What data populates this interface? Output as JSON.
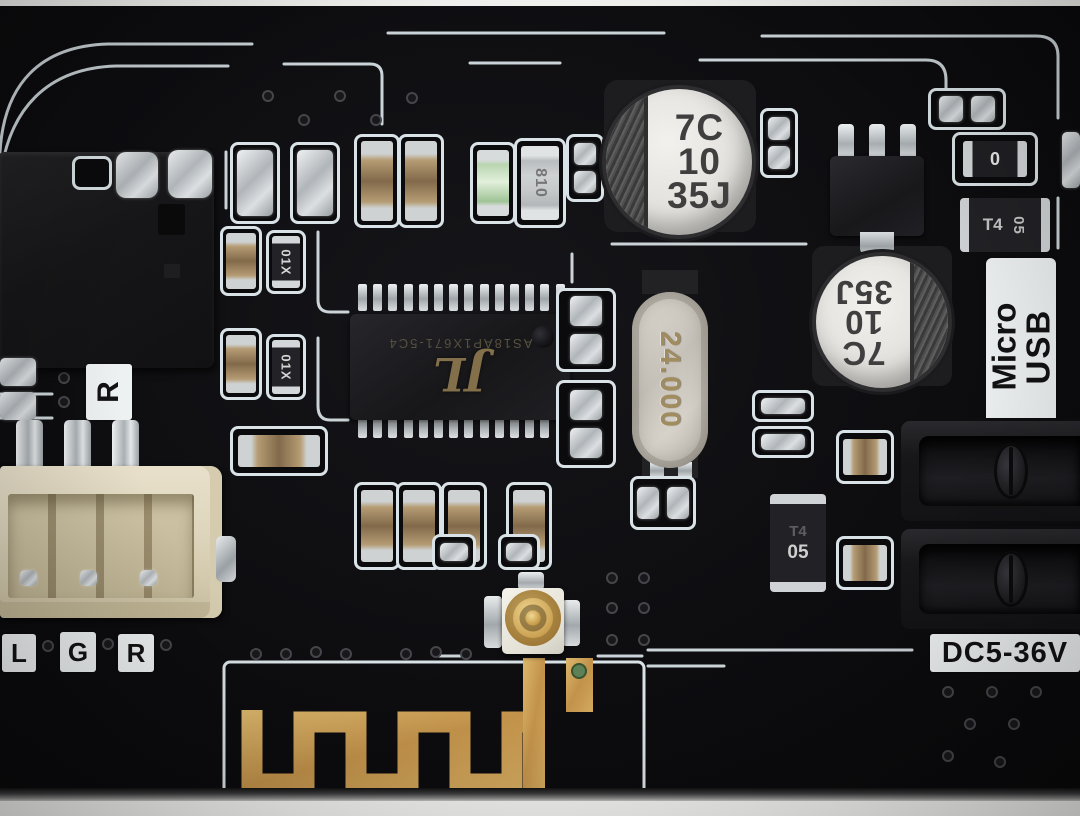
{
  "photo": {
    "subject": "Bluetooth audio receiver amplifier PCB module, top-view macro photo"
  },
  "silkscreen": {
    "micro_usb": {
      "line1": "Micro",
      "line2": "USB"
    },
    "power_rating": "DC5-36V",
    "audio_out": {
      "left": "L",
      "ground": "G",
      "right": "R"
    },
    "aux_in_right": "R"
  },
  "components": {
    "main_ic": {
      "logo": "JL",
      "part_number": "AS18AP1X671-5C4"
    },
    "crystal": {
      "frequency": "24.000"
    },
    "cap_top": {
      "line1": "7C",
      "line2": "10",
      "line3": "35J"
    },
    "cap_right": {
      "line1": "7C",
      "line2": "10",
      "line3": "35J"
    },
    "diode_right": {
      "type": "T4",
      "code": "05"
    },
    "diode_bottom": {
      "type": "T4",
      "code": "05"
    },
    "resistor_upper_left": "01X",
    "resistor_lower_left": "01X",
    "resistor_top_center": "810",
    "resistor_top_right": "0"
  },
  "colors": {
    "pcb_black": "#0c0c0e",
    "silkscreen_white": "#d9e2e6",
    "antenna_gold": "#c89d52",
    "solder_silver": "#c6cbce",
    "connector_beige": "#ded5bc",
    "led_green": "#aecfa4",
    "ic_logo_gold": "#83704a",
    "label_background": "#eef1f2",
    "label_text": "#121212"
  }
}
